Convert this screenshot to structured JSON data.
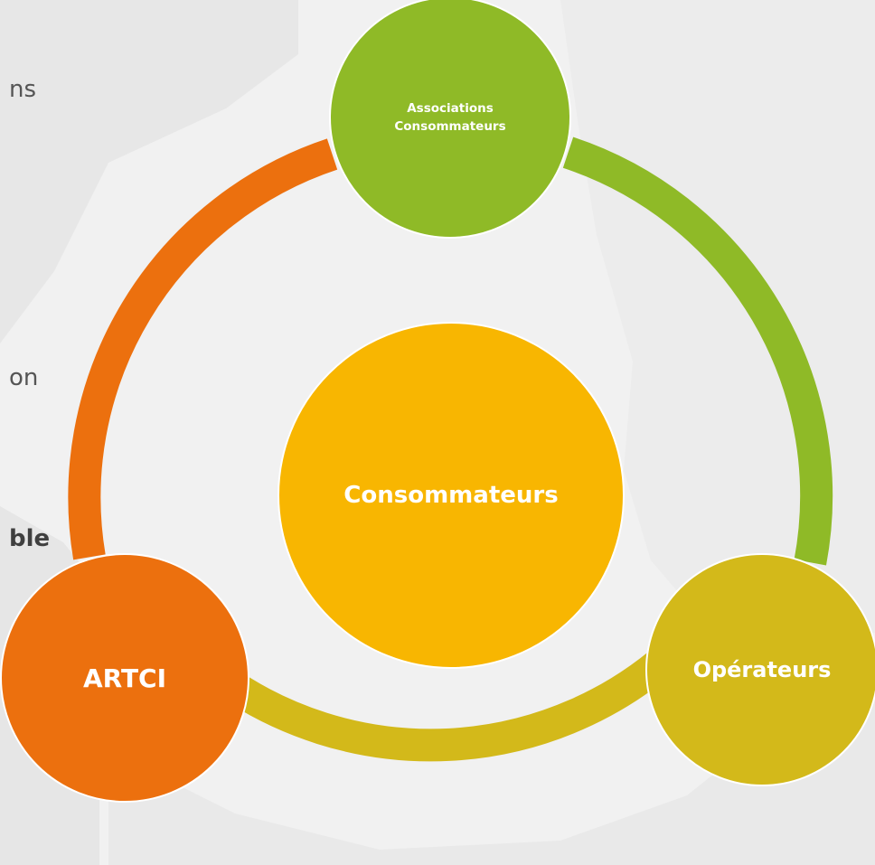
{
  "colors": {
    "background": "#f1f1f1",
    "map": "#e4e4e4",
    "green": "#8fba27",
    "orange": "#ec700e",
    "olive": "#d3b91a",
    "yellow": "#f8b601",
    "white": "#ffffff",
    "text_gray": "#555555"
  },
  "left_text_fragments": {
    "line1": "ns",
    "line2": "on",
    "line3": "ble"
  },
  "nodes": {
    "top": {
      "line1": "Associations",
      "line2": "Consommateurs"
    },
    "center": {
      "label": "Consommateurs"
    },
    "left": {
      "label": "ARTCI"
    },
    "right": {
      "label": "Opérateurs"
    }
  }
}
